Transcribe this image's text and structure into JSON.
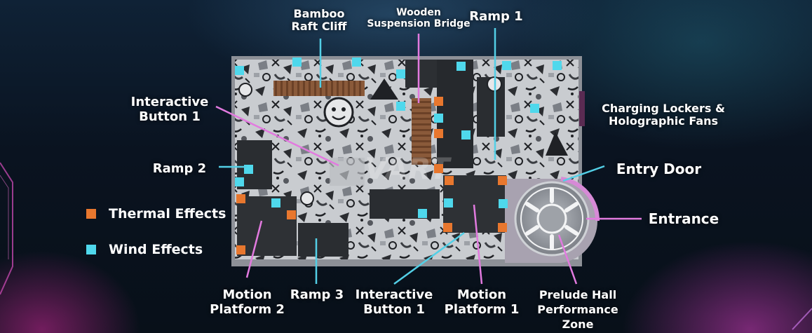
{
  "colors": {
    "thermal": "#e8772e",
    "wind": "#4fd8ec",
    "pink_leader": "#e27adf",
    "cyan_leader": "#53cfe6"
  },
  "labels": {
    "bamboo_raft_cliff": "Bamboo\nRaft Cliff",
    "wooden_suspension_bridge": "Wooden\nSuspension Bridge",
    "ramp_1": "Ramp 1",
    "interactive_button_1_top": "Interactive\nButton 1",
    "charging_lockers": "Charging Lockers &\nHolographic Fans",
    "ramp_2": "Ramp 2",
    "entry_door": "Entry Door",
    "entrance": "Entrance",
    "motion_platform_2": "Motion\nPlatform 2",
    "ramp_3": "Ramp 3",
    "interactive_button_1_bottom": "Interactive\nButton 1",
    "motion_platform_1": "Motion\nPlatform 1",
    "prelude_hall": "Prelude Hall\nPerformance\nZone"
  },
  "legend": {
    "thermal_label": "Thermal Effects",
    "wind_label": "Wind Effects"
  },
  "watermark": "VART"
}
